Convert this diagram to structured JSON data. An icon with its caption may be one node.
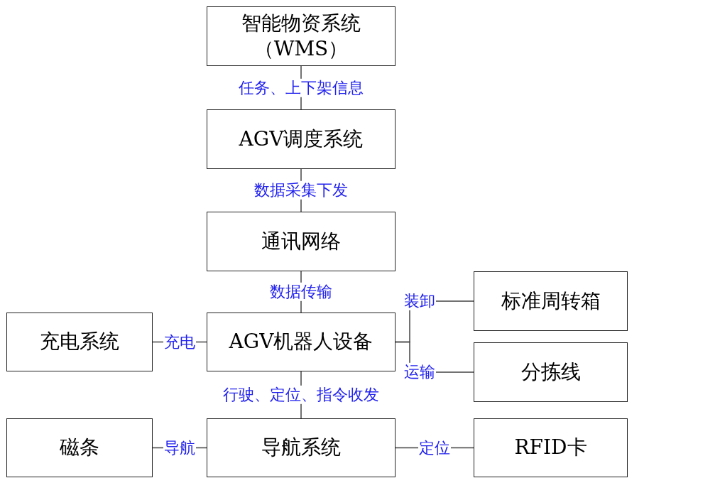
{
  "diagram": {
    "nodes": [
      {
        "text": [
          "智能物资系统（WMS）"
        ]
      },
      {
        "text": [
          "AGV调度系统"
        ]
      },
      {
        "text": [
          "通讯网络"
        ]
      },
      {
        "text": [
          "标准周转箱"
        ]
      },
      {
        "text": [
          "充电系统"
        ]
      },
      {
        "text": [
          "AGV机器人设备"
        ]
      },
      {
        "text": [
          "分拣线"
        ]
      },
      {
        "text": [
          "磁条"
        ]
      },
      {
        "text": [
          "导航系统"
        ]
      },
      {
        "text": [
          "RFID卡"
        ]
      }
    ],
    "edges": [
      {
        "from": 0,
        "to": 1,
        "arrow": "none",
        "label": "任务、上下架信息"
      },
      {
        "from": 1,
        "to": 2,
        "arrow": "none",
        "label": "数据采集下发"
      },
      {
        "from": 2,
        "to": 5,
        "arrow": "none",
        "label": "数据传输"
      },
      {
        "from": 5,
        "to": 3,
        "arrow": "none",
        "label": "装卸"
      },
      {
        "from": 4,
        "to": 5,
        "arrow": "none",
        "label": "充电"
      },
      {
        "from": 5,
        "to": 6,
        "arrow": "none",
        "label": "运输"
      },
      {
        "from": 5,
        "to": 8,
        "arrow": "none",
        "label": "行驶、定位、指令收发"
      },
      {
        "from": 7,
        "to": 8,
        "arrow": "none",
        "label": "导航"
      },
      {
        "from": 8,
        "to": 9,
        "arrow": "none",
        "label": "定位"
      }
    ]
  }
}
